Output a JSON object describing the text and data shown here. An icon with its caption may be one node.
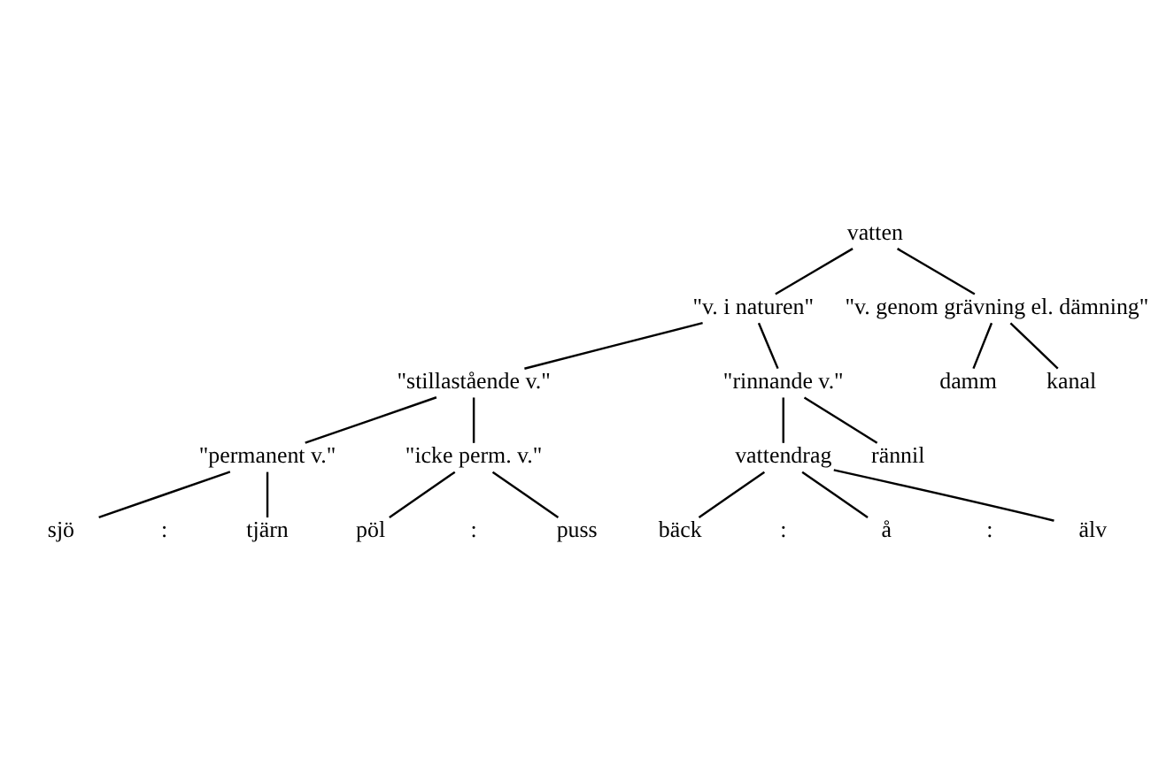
{
  "diagram": {
    "nodes": [
      {
        "text": [
          "vatten"
        ]
      },
      {
        "text": [
          "\"v. i naturen\""
        ]
      },
      {
        "text": [
          "\"v. genom grävning el. dämning\""
        ]
      },
      {
        "text": [
          "\"stillastående v.\""
        ]
      },
      {
        "text": [
          "\"rinnande v.\""
        ]
      },
      {
        "text": [
          "damm"
        ]
      },
      {
        "text": [
          "kanal"
        ]
      },
      {
        "text": [
          "\"permanent v.\""
        ]
      },
      {
        "text": [
          "\"icke perm. v.\""
        ]
      },
      {
        "text": [
          "vattendrag"
        ]
      },
      {
        "text": [
          "rännil"
        ]
      },
      {
        "text": [
          "sjö"
        ]
      },
      {
        "text": [
          "tjärn"
        ]
      },
      {
        "text": [
          "pöl"
        ]
      },
      {
        "text": [
          "puss"
        ]
      },
      {
        "text": [
          "bäck"
        ]
      },
      {
        "text": [
          "å"
        ]
      },
      {
        "text": [
          "älv"
        ]
      }
    ],
    "edges": [
      {
        "from": 0,
        "to": 1,
        "arrow": "none"
      },
      {
        "from": 0,
        "to": 2,
        "arrow": "none"
      },
      {
        "from": 1,
        "to": 3,
        "arrow": "none"
      },
      {
        "from": 1,
        "to": 4,
        "arrow": "none"
      },
      {
        "from": 2,
        "to": 5,
        "arrow": "none"
      },
      {
        "from": 2,
        "to": 6,
        "arrow": "none"
      },
      {
        "from": 3,
        "to": 7,
        "arrow": "none"
      },
      {
        "from": 3,
        "to": 8,
        "arrow": "none"
      },
      {
        "from": 4,
        "to": 9,
        "arrow": "none"
      },
      {
        "from": 4,
        "to": 10,
        "arrow": "none"
      },
      {
        "from": 7,
        "to": 11,
        "arrow": "none"
      },
      {
        "from": 7,
        "to": 12,
        "arrow": "none"
      },
      {
        "from": 8,
        "to": 13,
        "arrow": "none"
      },
      {
        "from": 8,
        "to": 14,
        "arrow": "none"
      },
      {
        "from": 9,
        "to": 15,
        "arrow": "none"
      },
      {
        "from": 9,
        "to": 16,
        "arrow": "none"
      },
      {
        "from": 9,
        "to": 17,
        "arrow": "none"
      }
    ],
    "labels": [
      ":",
      ":",
      ":",
      ":"
    ]
  }
}
